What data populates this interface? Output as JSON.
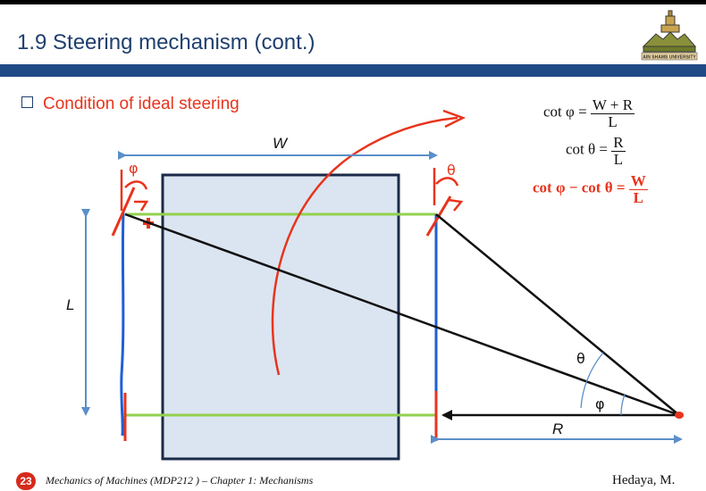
{
  "header": {
    "title": "1.9 Steering mechanism (cont.)",
    "logo_text": "AIN SHAMS UNIVERSITY"
  },
  "bullet": {
    "text": "Condition of  ideal steering"
  },
  "equations": {
    "eq1": {
      "lhs": "cot φ =",
      "num": "W + R",
      "den": "L"
    },
    "eq2": {
      "lhs": "cot θ =",
      "num": "R",
      "den": "L"
    },
    "eq3": {
      "lhs": "cot φ  − cot θ =",
      "num": "W",
      "den": "L"
    }
  },
  "diagram": {
    "label_W": "W",
    "label_L": "L",
    "label_R": "R",
    "label_theta": "θ",
    "label_phi": "φ",
    "annot_phi": "φ",
    "annot_theta": "θ"
  },
  "footer": {
    "page_number": "23",
    "course": "Mechanics of Machines (MDP212 ) – Chapter 1: Mechanisms",
    "author": "Hedaya, M."
  },
  "colors": {
    "title": "#1f3f6e",
    "rule": "#1f4a86",
    "accent_red": "#e8341c",
    "vehicle_fill": "#dbe5f1",
    "axle_green": "#92d050",
    "wheel_blue": "#1f5fd6",
    "dimension_blue": "#5b8fc9"
  }
}
